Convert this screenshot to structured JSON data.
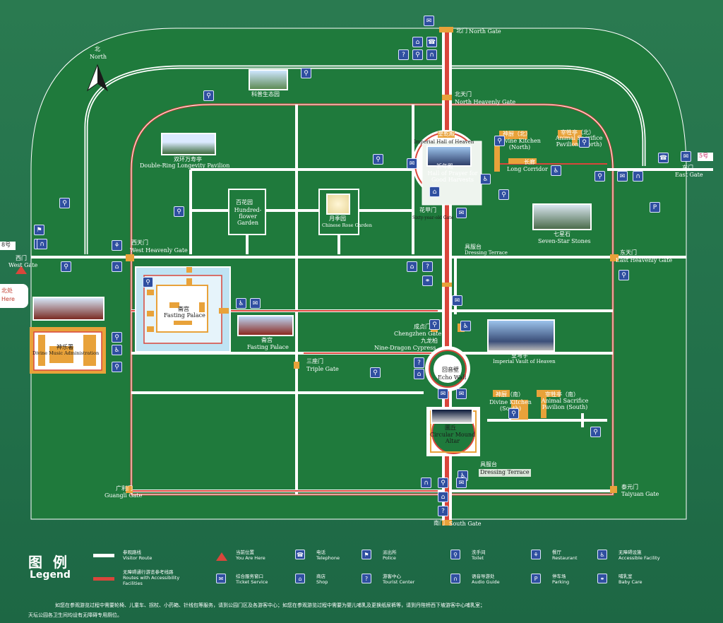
{
  "north_arrow": {
    "cn": "北",
    "en": "North"
  },
  "gates": {
    "north": {
      "cn": "北门",
      "en": "North Gate"
    },
    "west": {
      "cn": "西门",
      "en": "West Gate"
    },
    "east": {
      "cn": "东门",
      "en": "East Gate"
    },
    "south": {
      "cn": "南门",
      "en": "South Gate"
    },
    "north_heavenly": {
      "cn": "北天门",
      "en": "North Heavenly Gate"
    },
    "west_heavenly": {
      "cn": "西天门",
      "en": "West Heavenly Gate"
    },
    "east_heavenly": {
      "cn": "东天门",
      "en": "East Heavenly Gate"
    },
    "guangli": {
      "cn": "广利门",
      "en": "Guangli Gate"
    },
    "taiyuan": {
      "cn": "泰元门",
      "en": "Taiyuan Gate"
    },
    "triple": {
      "cn": "三座门",
      "en": "Triple Gate"
    },
    "chengzhen": {
      "cn": "成贞门",
      "en": "Chengzhen Gate"
    },
    "sixty_year": {
      "cn": "花甲门",
      "en": "Sixty-year-old Gate"
    }
  },
  "bus_badges": {
    "west": "8号",
    "east": "5号"
  },
  "sites": {
    "science_garden": {
      "cn": "科普生态园"
    },
    "double_ring": {
      "cn": "双环万寿亭",
      "en": "Double-Ring Longevity Pavilion"
    },
    "hundred_flower": {
      "cn": "百花园",
      "en": "Hundred-flower Garden"
    },
    "rose_garden": {
      "cn": "月季园",
      "en": "Chinese Rose Garden"
    },
    "imperial_hall": {
      "cn": "皇乾殿",
      "en": "Imperial Hall of Heaven"
    },
    "hall_prayer": {
      "cn": "祈年殿",
      "en": "Hall of Prayer for Good Harvests"
    },
    "divine_kitchen_north": {
      "cn": "神厨（北）",
      "en": "Divine Kitchen (North)"
    },
    "animal_sacrifice_north": {
      "cn": "宰牲亭（北）",
      "en": "Animal Sacrifice Pavilion (North)"
    },
    "long_corridor": {
      "cn": "长廊",
      "en": "Long Corridor"
    },
    "seven_star": {
      "cn": "七星石",
      "en": "Seven-Star Stones"
    },
    "dressing_terrace_n": {
      "cn": "具服台",
      "en": "Dressing Terrace"
    },
    "fasting_palace": {
      "cn": "斋宫",
      "en": "Fasting Palace"
    },
    "fasting_palace_photo": {
      "cn": "斋宫",
      "en": "Fasting Palace"
    },
    "divine_music": {
      "cn": "神乐署",
      "en": "Divine Music Administration"
    },
    "nine_dragon": {
      "cn": "九龙柏",
      "en": "Nine-Dragon Cypress"
    },
    "imperial_vault": {
      "cn": "皇穹宇",
      "en": "Imperial Vault of Heaven"
    },
    "echo_wall": {
      "cn": "回音壁",
      "en": "Echo Wall"
    },
    "divine_kitchen_south": {
      "cn": "神厨（南）",
      "en": "Divine Kitchen (South)"
    },
    "animal_sacrifice_south": {
      "cn": "宰牲亭（南）",
      "en": "Animal Sacrifice Pavilion (South)"
    },
    "circular_mound": {
      "cn": "圜丘",
      "en": "Circular Mound Altar"
    },
    "dressing_terrace_s": {
      "cn": "具服台",
      "en": "Dressing Terrace"
    }
  },
  "you_are_here": {
    "line1": "北处",
    "line2": "Here"
  },
  "legend": {
    "title_cn": "图 例",
    "title_en": "Legend",
    "items": [
      {
        "cn": "参观路线",
        "en": "Visitor Route"
      },
      {
        "cn": "无障碍通行游览参考线路",
        "en": "Routes with Accessibility Facilities"
      },
      {
        "cn": "当前位置",
        "en": "You Are Here"
      },
      {
        "cn": "综合服务窗口",
        "en": "Ticket Service"
      },
      {
        "cn": "电话",
        "en": "Telephone"
      },
      {
        "cn": "商店",
        "en": "Shop"
      },
      {
        "cn": "派出所",
        "en": "Police"
      },
      {
        "cn": "游客中心",
        "en": "Tourist Center"
      },
      {
        "cn": "洗手间",
        "en": "Toilet"
      },
      {
        "cn": "语音导游处",
        "en": "Audio Guide"
      },
      {
        "cn": "餐厅",
        "en": "Restaurant"
      },
      {
        "cn": "停车场",
        "en": "Parking"
      },
      {
        "cn": "无障碍设施",
        "en": "Accessible Facility"
      },
      {
        "cn": "哺乳室",
        "en": "Baby Care"
      }
    ],
    "note1": "如您在参观游览过程中需要轮椅、儿童车、拐杖、小药箱、针线包等服务，请到公园门区及各游客中心；如您在参观游览过程中需要为婴儿哺乳及更换纸尿裤等，请到丹陛桥西下坡游客中心哺乳室；",
    "note2": "天坛公园各卫生间均设有无障碍专用厕位。"
  },
  "colors": {
    "route": "#ffffff",
    "accessible_route": "#d9463b",
    "building": "#e8a23a",
    "icon": "#2f4fa0",
    "park": "#1f7a3c"
  }
}
